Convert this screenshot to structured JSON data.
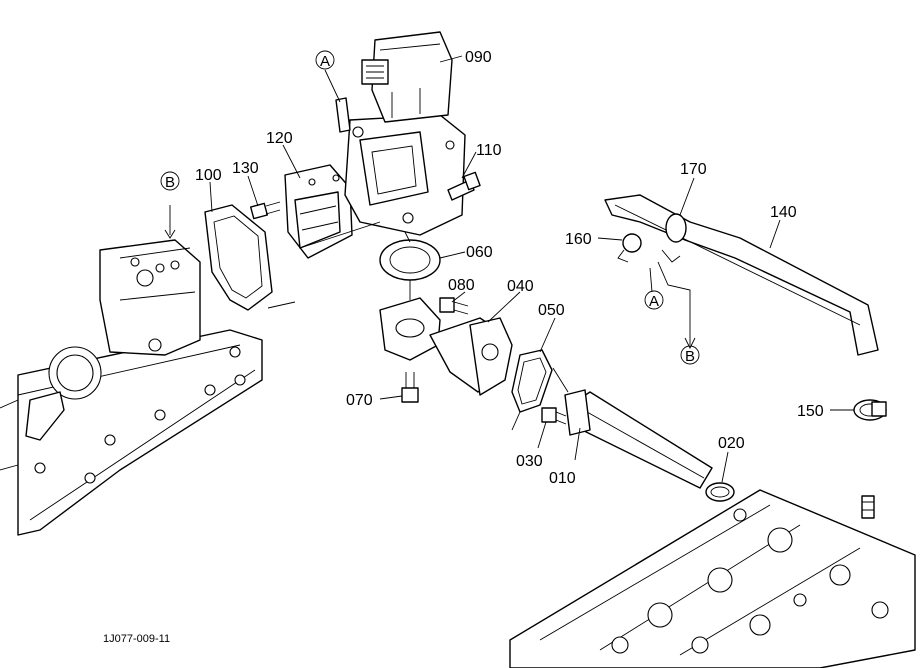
{
  "parts": [
    {
      "num": "090"
    },
    {
      "num": "110"
    },
    {
      "num": "120"
    },
    {
      "num": "130"
    },
    {
      "num": "100"
    },
    {
      "num": "060"
    },
    {
      "num": "080"
    },
    {
      "num": "040"
    },
    {
      "num": "050"
    },
    {
      "num": "070"
    },
    {
      "num": "030"
    },
    {
      "num": "010"
    },
    {
      "num": "020"
    },
    {
      "num": "170"
    },
    {
      "num": "140"
    },
    {
      "num": "160"
    },
    {
      "num": "150"
    }
  ],
  "refs": [
    {
      "letter": "A"
    },
    {
      "letter": "B"
    },
    {
      "letter": "A"
    },
    {
      "letter": "B"
    }
  ],
  "caption": "1J077-009-11"
}
